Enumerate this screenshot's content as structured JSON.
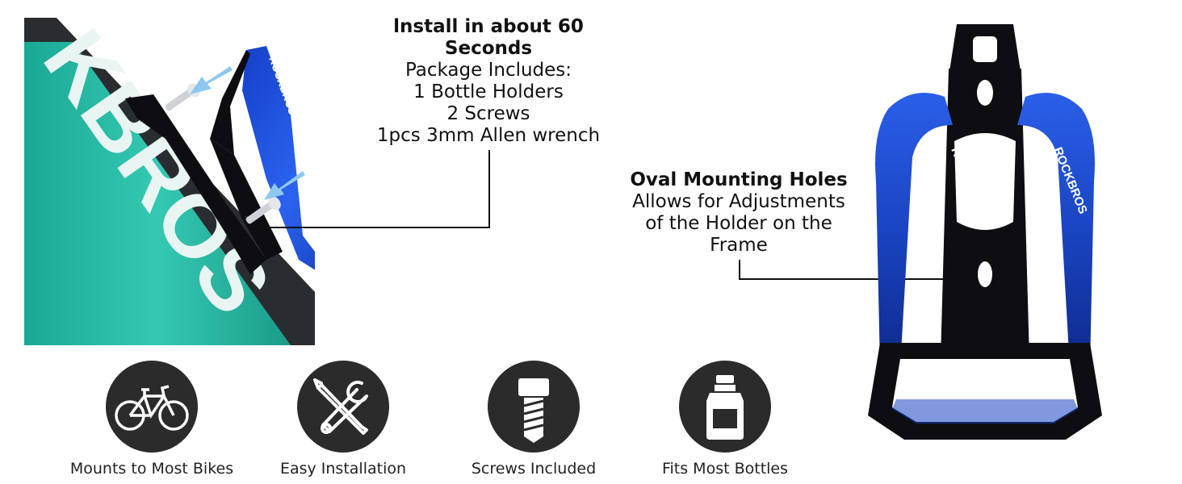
{
  "install": {
    "title_line1": "lnstall in about 60",
    "title_line2": "Seconds",
    "package_heading": "Package Includes:",
    "items": [
      "1 Bottle Holders",
      "2 Screws",
      "1pcs 3mm Allen wrench"
    ]
  },
  "oval": {
    "title": "Oval Mounting Holes",
    "lines": [
      "Allows for Adjustments",
      "of the Holder on the",
      "Frame"
    ]
  },
  "branding": {
    "frame_text": "KBROS",
    "product_logo": "ROCKBROS"
  },
  "features": [
    {
      "label": "Mounts to Most Bikes",
      "icon": "bicycle-icon"
    },
    {
      "label": "Easy Installation",
      "icon": "tools-icon"
    },
    {
      "label": "Screws Included",
      "icon": "screw-icon"
    },
    {
      "label": "Fits Most Bottles",
      "icon": "bottle-icon"
    }
  ],
  "colors": {
    "frame_teal": "#2fc4ad",
    "holder_blue": "#1f4fd8",
    "holder_black": "#0d0d12",
    "icon_circle": "#2b2b2b"
  }
}
